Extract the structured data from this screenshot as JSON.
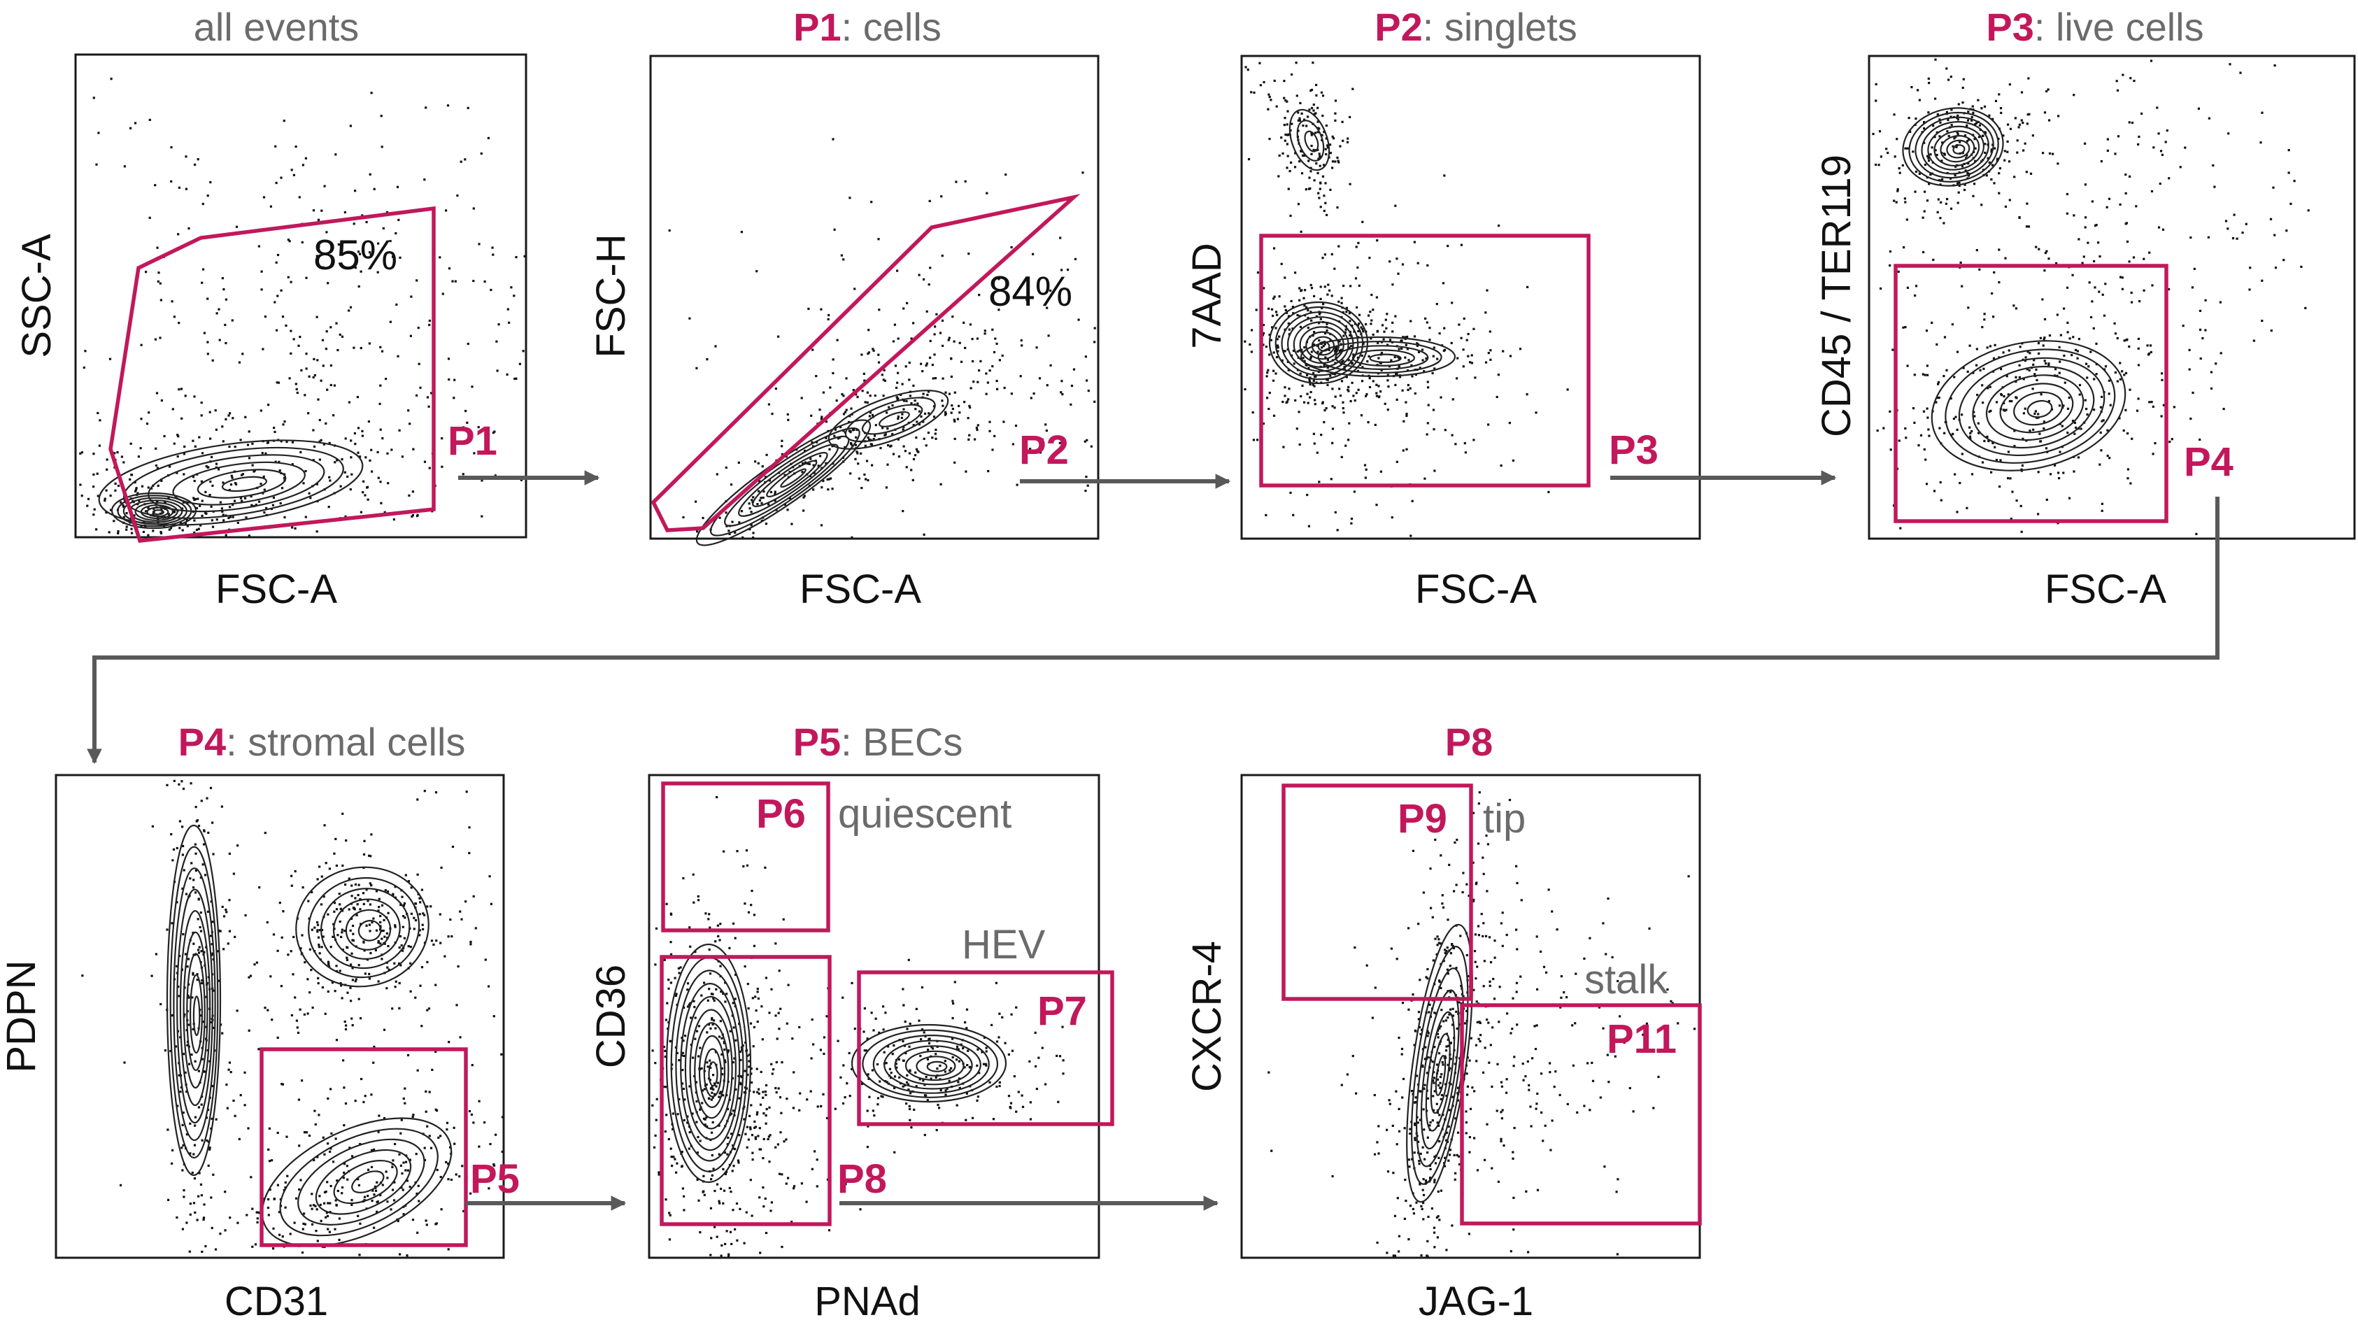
{
  "colors": {
    "gate": "#C2185B",
    "gray_text": "#6B6B6B",
    "arrow": "#595959",
    "frame": "#1A1A1A",
    "dots": "#111111"
  },
  "panels": [
    {
      "id": "p-all-events",
      "title_gate": "",
      "title_text": "all events",
      "x_label": "FSC-A",
      "y_label": "SSC-A",
      "annotations": [
        {
          "key": "pct",
          "text": "85%"
        },
        {
          "key": "gate",
          "text": "P1"
        }
      ]
    },
    {
      "id": "p-cells",
      "title_gate": "P1",
      "title_text": ": cells",
      "x_label": "FSC-A",
      "y_label": "FSC-H",
      "annotations": [
        {
          "key": "pct",
          "text": "84%"
        },
        {
          "key": "gate",
          "text": "P2"
        }
      ]
    },
    {
      "id": "p-singlets",
      "title_gate": "P2",
      "title_text": ": singlets",
      "x_label": "FSC-A",
      "y_label": "7AAD",
      "annotations": [
        {
          "key": "gate",
          "text": "P3"
        }
      ]
    },
    {
      "id": "p-live-cells",
      "title_gate": "P3",
      "title_text": ": live cells",
      "x_label": "FSC-A",
      "y_label": "CD45 / TER119",
      "annotations": [
        {
          "key": "gate",
          "text": "P4"
        }
      ]
    },
    {
      "id": "p-stromal",
      "title_gate": "P4",
      "title_text": ": stromal cells",
      "x_label": "CD31",
      "y_label": "PDPN",
      "annotations": [
        {
          "key": "gate",
          "text": "P5"
        }
      ]
    },
    {
      "id": "p-becs",
      "title_gate": "P5",
      "title_text": ": BECs",
      "x_label": "PNAd",
      "y_label": "CD36",
      "annotations": [
        {
          "key": "gate6",
          "text": "P6"
        },
        {
          "key": "quiescent",
          "text": "quiescent"
        },
        {
          "key": "hev",
          "text": "HEV"
        },
        {
          "key": "gate7",
          "text": "P7"
        },
        {
          "key": "gate8",
          "text": "P8"
        }
      ]
    },
    {
      "id": "p-p8",
      "title_gate": "P8",
      "title_text": "",
      "x_label": "JAG-1",
      "y_label": "CXCR-4",
      "annotations": [
        {
          "key": "gate9",
          "text": "P9"
        },
        {
          "key": "tip",
          "text": "tip"
        },
        {
          "key": "stalk",
          "text": "stalk"
        },
        {
          "key": "gate11",
          "text": "P11"
        }
      ]
    }
  ]
}
